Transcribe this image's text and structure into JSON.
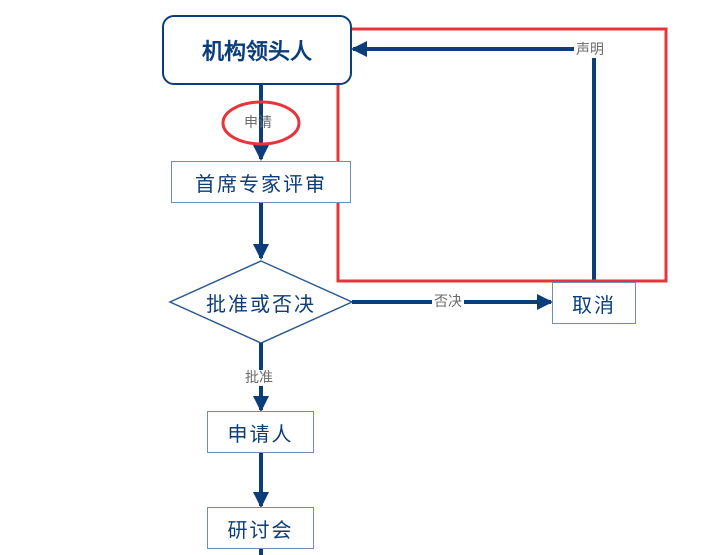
{
  "diagram": {
    "nodes": {
      "org_lead": "机构领头人",
      "chief_expert_review": "首席专家评审",
      "decision": "批准或否决",
      "cancel": "取消",
      "applicant": "申请人",
      "seminar": "研讨会"
    },
    "edges": {
      "apply": "申请",
      "reject": "否决",
      "approve": "批准",
      "declare": "声明"
    },
    "colors": {
      "line": "#0b3d7a",
      "highlight": "#e8333a",
      "label": "#6b6b6b"
    }
  }
}
